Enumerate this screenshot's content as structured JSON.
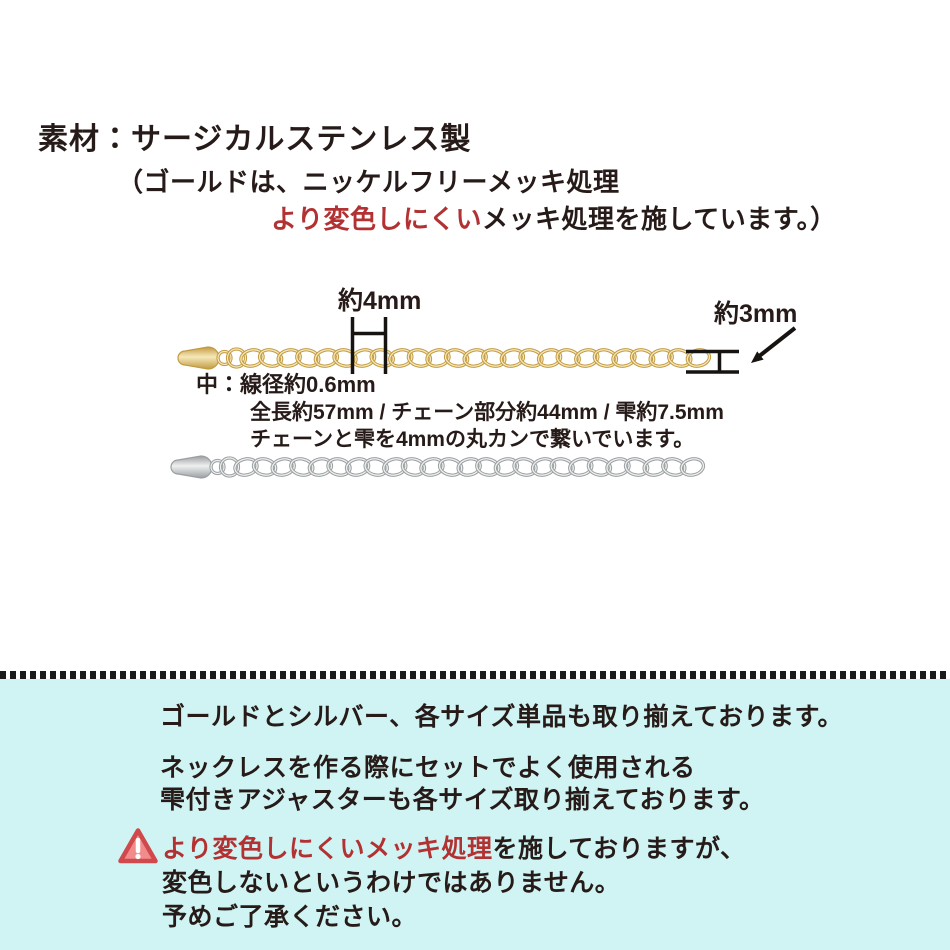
{
  "colors": {
    "text": "#261b18",
    "red": "#b23132",
    "footer_bg": "#d0f4f3",
    "mark_black": "#161310",
    "gold_dark": "#c29b42",
    "gold_light": "#f6e8ba",
    "silver_dark": "#9b9fa1",
    "silver_light": "#eef0f0",
    "warn_fill": "#f28b8c",
    "warn_stroke": "#d0494c"
  },
  "header": {
    "material_title": "素材：サージカルステンレス製",
    "paren_line1": "（ゴールドは、ニッケルフリーメッキ処理",
    "paren_line2_red": "より変色しにくい",
    "paren_line2_black": "メッキ処理を施しています。）"
  },
  "diagram": {
    "link_size_label": "約4mm",
    "end_width_label": "約3mm",
    "spec_line1": "中：線径約0.6mm",
    "spec_line2": "全長約57mm / チェーン部分約44mm / 雫約7.5mm",
    "spec_line3": "チェーンと雫を4mmの丸カンで繋いでいます。",
    "variants": [
      "gold-adjuster-chain",
      "silver-adjuster-chain"
    ]
  },
  "footer": {
    "line1": "ゴールドとシルバー、各サイズ単品も取り揃えております。",
    "line2a": "ネックレスを作る際にセットでよく使用される",
    "line2b": "雫付きアジャスターも各サイズ取り揃えております。",
    "warning_icon": "exclamation-triangle",
    "warning_red": "より変色しにくいメッキ処理",
    "warning_black": "を施しておりますが、",
    "warning_line2": "変色しないというわけではありません。",
    "warning_line3": "予めご了承ください。"
  }
}
